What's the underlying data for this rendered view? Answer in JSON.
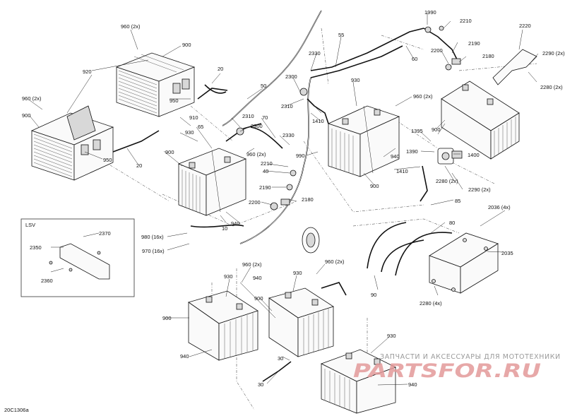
{
  "figure_id": "20C1306a",
  "inset_title": "LSV",
  "callouts": {
    "c960_2x_a": "960 (2x)",
    "c900_a": "900",
    "c920": "920",
    "c20_a": "20",
    "c960_2x_b": "960 (2x)",
    "c900_b": "900",
    "c950_a": "950",
    "c50": "50",
    "c950_b": "950",
    "c20_b": "20",
    "c910": "910",
    "c930_a": "930",
    "c65": "65",
    "c2310_a": "2310",
    "c2300_a": "2300",
    "c70": "70",
    "c900_c": "900",
    "c960_2x_c": "960 (2x)",
    "c2210_a": "2210",
    "c40": "40",
    "c2190_a": "2190",
    "c2200_a": "2200",
    "c2180_a": "2180",
    "c2330_a": "2330",
    "c2330_b": "2330",
    "c2300_b": "2300",
    "c2310_b": "2310",
    "c990": "990",
    "c1410_a": "1410",
    "c55": "55",
    "c60": "60",
    "c930_b": "930",
    "c960_2x_d": "960 (2x)",
    "c900_d": "900",
    "c940_a": "940",
    "c1990": "1990",
    "c2210_b": "2210",
    "c2190_b": "2190",
    "c2200_b": "2200",
    "c2180_b": "2180",
    "c2220": "2220",
    "c2290_2x_a": "2290 (2x)",
    "c2280_2x_a": "2280 (2x)",
    "c900_e": "900",
    "c1395": "1395",
    "c1390": "1390",
    "c1400": "1400",
    "c1410_b": "1410",
    "c2280_2x_b": "2280 (2x)",
    "c2290_2x_b": "2290 (2x)",
    "c85": "85",
    "c2036_4x": "2036 (4x)",
    "c80": "80",
    "c2035": "2035",
    "c90": "90",
    "c2280_4x": "2280 (4x)",
    "c980_16x": "980 (16x)",
    "c970_16x": "970 (16x)",
    "c10": "10",
    "c940_b": "940",
    "c2370": "2370",
    "c2350": "2350",
    "c2360": "2360",
    "c930_c": "930",
    "c960_2x_e": "960 (2x)",
    "c940_c": "940",
    "c930_d": "930",
    "c960_2x_f": "960 (2x)",
    "c900_f": "900",
    "c900_g": "900",
    "c940_d": "940",
    "c30_a": "30",
    "c30_b": "30",
    "c930_e": "930",
    "c940_e": "940"
  },
  "watermark": {
    "text": "ЗАПЧАСТИ И АКСЕССУАРЫ ДЛЯ МОТОТЕХНИКИ",
    "logo_main": "PARTS",
    "logo_tail": "FOR.RU"
  }
}
